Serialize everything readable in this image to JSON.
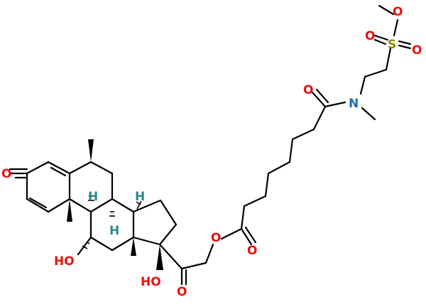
{
  "molecule": {
    "atom_labels": {
      "ketone_o": "O",
      "ester_o_link": "O",
      "ester_o_carbonyl": "O",
      "acyl_o_carbonyl": "O",
      "amide_o": "O",
      "amide_n": "N",
      "sulfonyl_s": "S",
      "sulfonyl_o_top": "O",
      "sulfonyl_o_right": "O",
      "methoxy_o": "O",
      "hydroxyl_11": "HO",
      "hydroxyl_17": "HO",
      "h_8": "H",
      "h_9": "H",
      "h_14": "H"
    },
    "colors": {
      "bond": "#000000",
      "oxygen": "#e8110f",
      "nitrogen": "#1f6fb5",
      "sulfur": "#8b8b00",
      "stereo_h": "#2d8a8a"
    }
  }
}
